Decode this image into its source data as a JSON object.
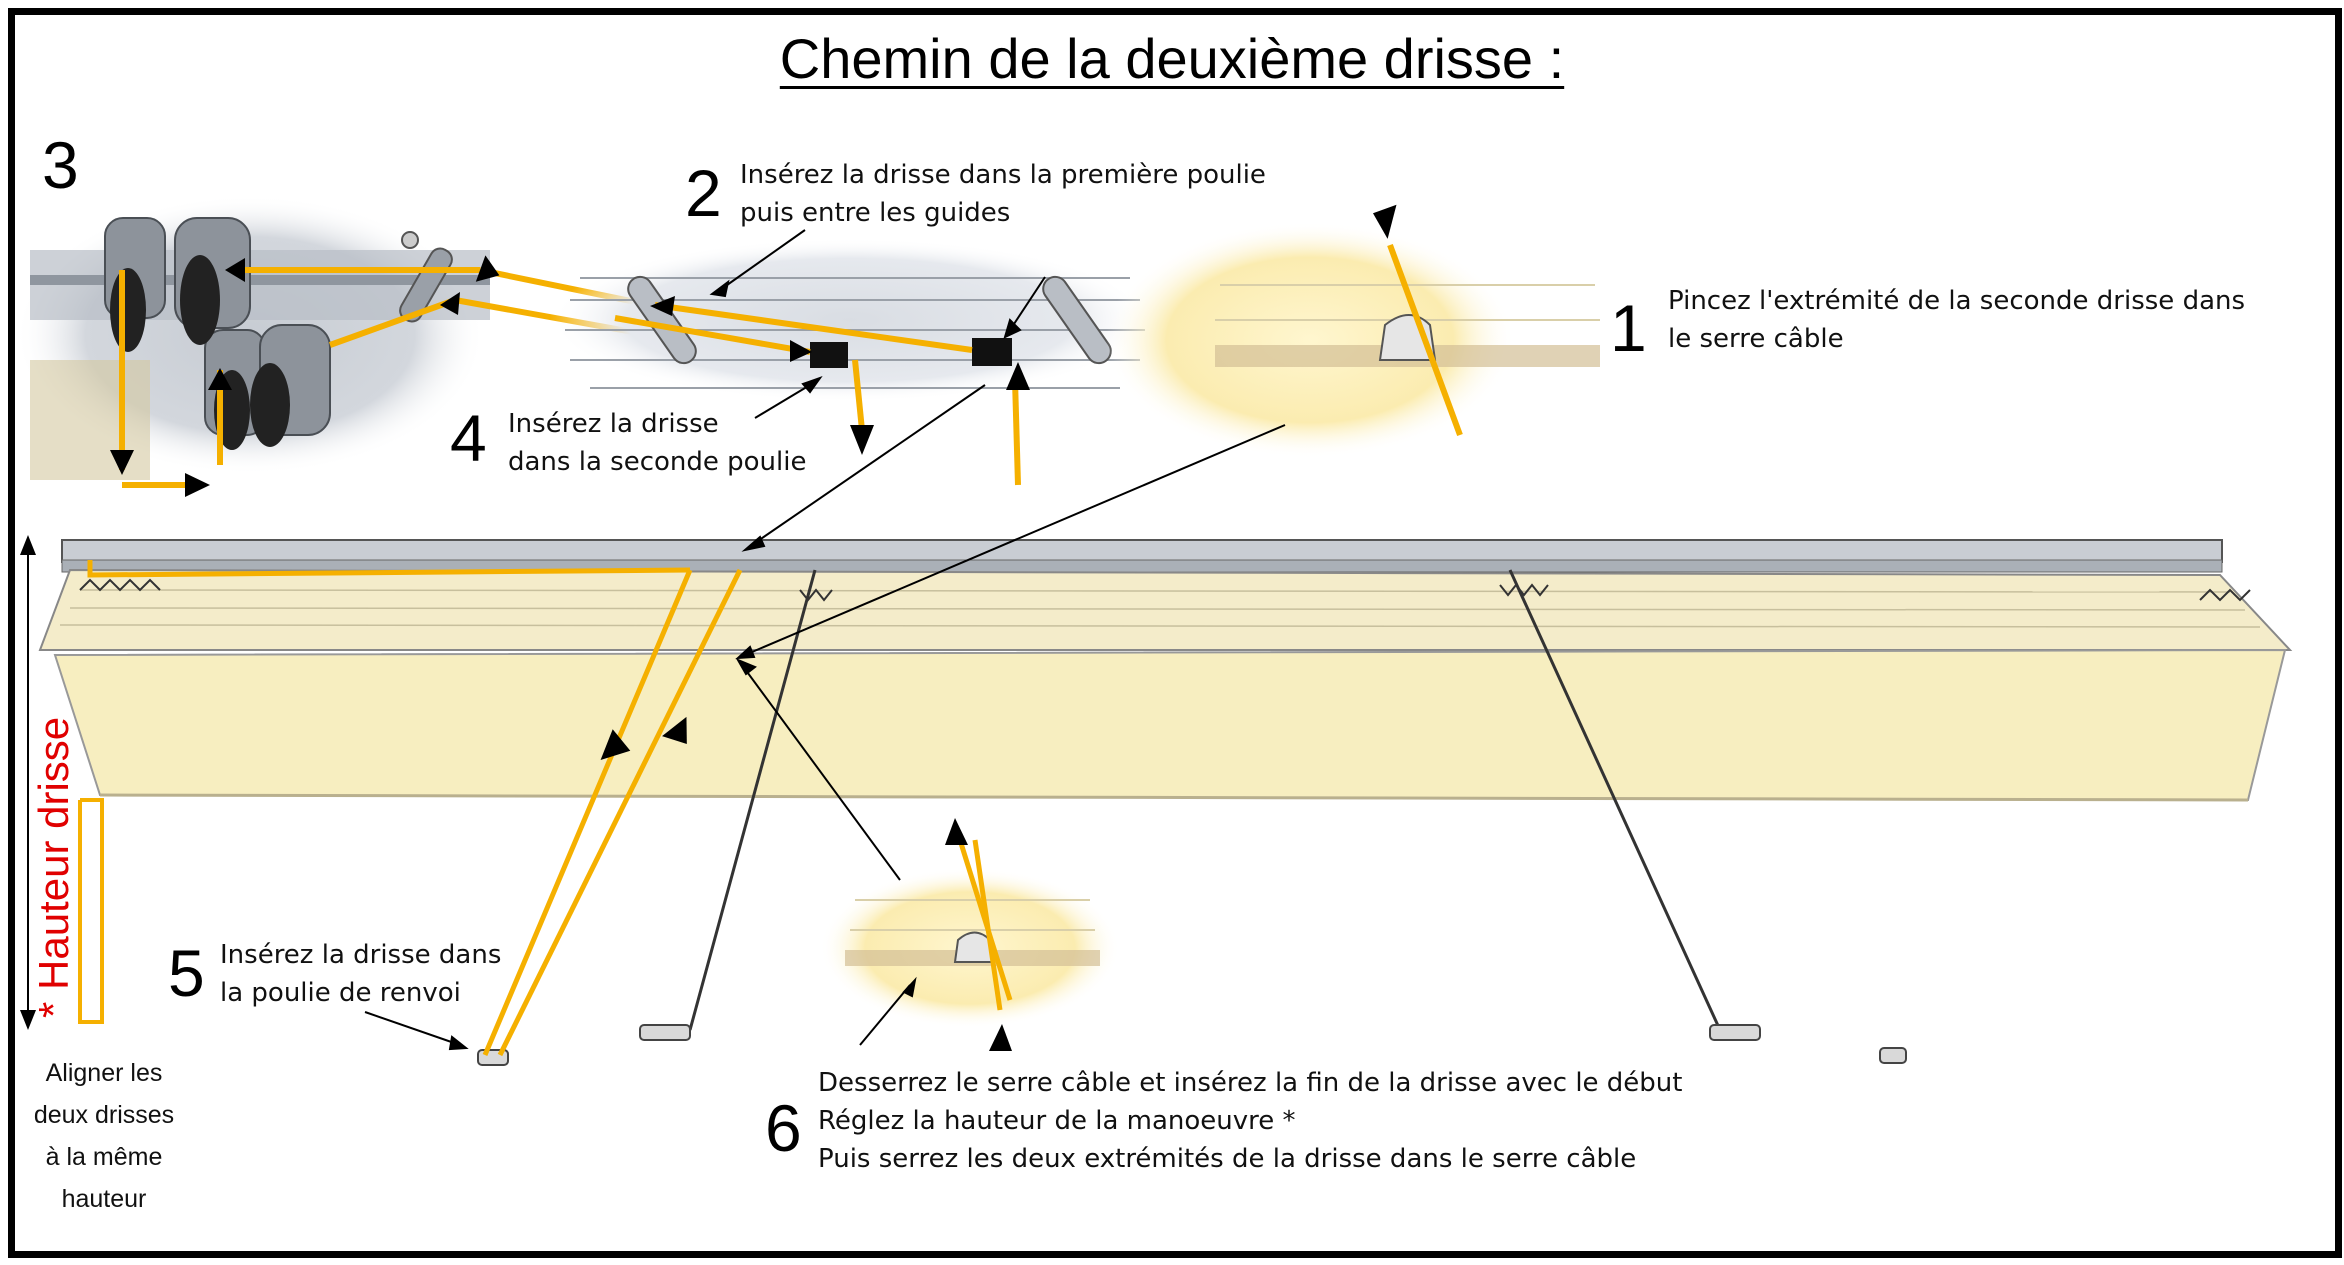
{
  "title": "Chemin de la deuxième drisse :",
  "steps": [
    {
      "number": "1",
      "lines": [
        "Pincez l'extrémité de la seconde drisse dans",
        "le serre câble"
      ]
    },
    {
      "number": "2",
      "lines": [
        "Insérez la drisse dans la première poulie",
        "puis entre les guides"
      ]
    },
    {
      "number": "3",
      "lines": []
    },
    {
      "number": "4",
      "lines": [
        "Insérez la drisse",
        "dans la seconde poulie"
      ]
    },
    {
      "number": "5",
      "lines": [
        "Insérez la drisse dans",
        "la poulie de renvoi"
      ]
    },
    {
      "number": "6",
      "lines": [
        "Desserrez le serre câble et insérez la  fin de la drisse avec le début",
        "Réglez la hauteur de la manoeuvre *",
        "Puis serrez les deux extrémités de la drisse dans  le serre câble"
      ]
    }
  ],
  "height_label": "* Hauteur drisse",
  "side_note": [
    "Aligner les",
    "deux drisses",
    "à la même",
    "hauteur"
  ],
  "colors": {
    "cord": "#f5b000",
    "arrow": "#000000",
    "label_red": "#e00000",
    "blind_fabric": "#f7eec0",
    "rail": "#9aa0a8"
  }
}
